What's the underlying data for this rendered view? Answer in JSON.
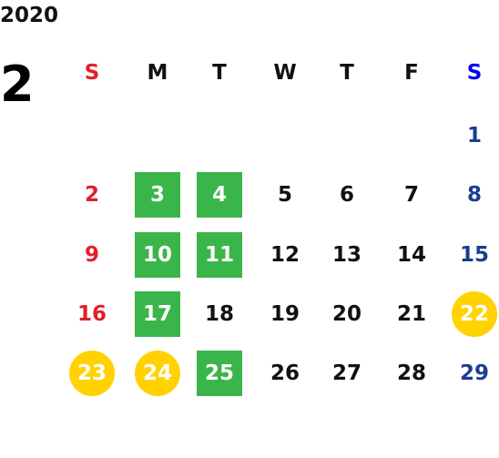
{
  "header": {
    "year": "2020",
    "month": "2"
  },
  "colors": {
    "sunday": "#e0202a",
    "saturday": "#1d3d8f",
    "saturday_header": "#0000ee",
    "weekday": "#111111",
    "highlight_square": "#3ab54a",
    "highlight_circle": "#ffd200"
  },
  "weekdays": [
    {
      "label": "S",
      "type": "sunday"
    },
    {
      "label": "M",
      "type": "weekday"
    },
    {
      "label": "T",
      "type": "weekday"
    },
    {
      "label": "W",
      "type": "weekday"
    },
    {
      "label": "T",
      "type": "weekday"
    },
    {
      "label": "F",
      "type": "weekday"
    },
    {
      "label": "S",
      "type": "saturday_header"
    }
  ],
  "weeks": [
    [
      null,
      null,
      null,
      null,
      null,
      null,
      {
        "day": "1",
        "highlight": "none"
      }
    ],
    [
      {
        "day": "2",
        "highlight": "none"
      },
      {
        "day": "3",
        "highlight": "square"
      },
      {
        "day": "4",
        "highlight": "square"
      },
      {
        "day": "5",
        "highlight": "none"
      },
      {
        "day": "6",
        "highlight": "none"
      },
      {
        "day": "7",
        "highlight": "none"
      },
      {
        "day": "8",
        "highlight": "none"
      }
    ],
    [
      {
        "day": "9",
        "highlight": "none"
      },
      {
        "day": "10",
        "highlight": "square"
      },
      {
        "day": "11",
        "highlight": "square"
      },
      {
        "day": "12",
        "highlight": "none"
      },
      {
        "day": "13",
        "highlight": "none"
      },
      {
        "day": "14",
        "highlight": "none"
      },
      {
        "day": "15",
        "highlight": "none"
      }
    ],
    [
      {
        "day": "16",
        "highlight": "none"
      },
      {
        "day": "17",
        "highlight": "square"
      },
      {
        "day": "18",
        "highlight": "none"
      },
      {
        "day": "19",
        "highlight": "none"
      },
      {
        "day": "20",
        "highlight": "none"
      },
      {
        "day": "21",
        "highlight": "none"
      },
      {
        "day": "22",
        "highlight": "circle"
      }
    ],
    [
      {
        "day": "23",
        "highlight": "circle"
      },
      {
        "day": "24",
        "highlight": "circle"
      },
      {
        "day": "25",
        "highlight": "square"
      },
      {
        "day": "26",
        "highlight": "none"
      },
      {
        "day": "27",
        "highlight": "none"
      },
      {
        "day": "28",
        "highlight": "none"
      },
      {
        "day": "29",
        "highlight": "none"
      }
    ]
  ]
}
